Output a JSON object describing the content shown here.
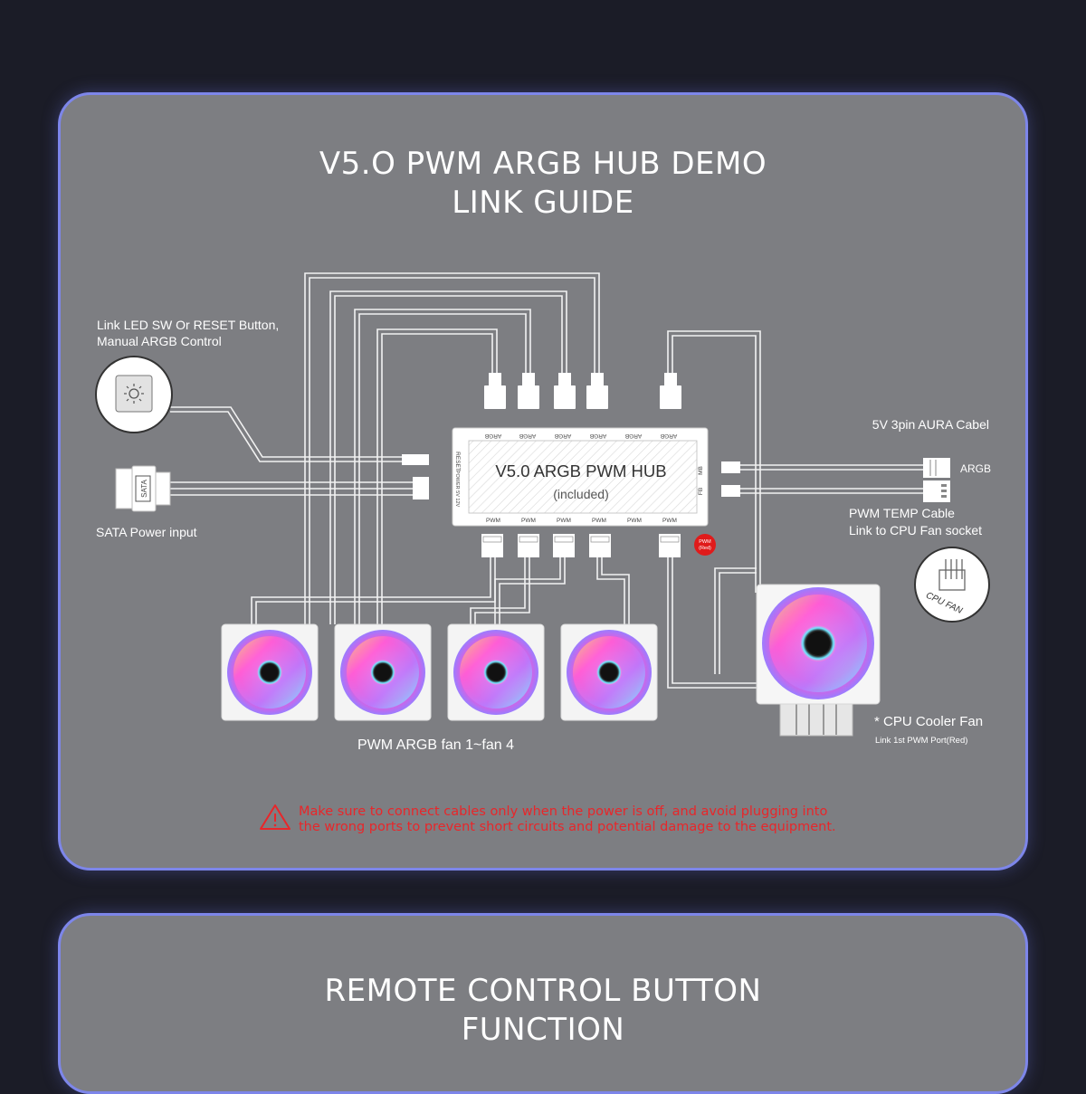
{
  "section1": {
    "title_line1": "V5.O PWM ARGB HUB DEMO",
    "title_line2": "LINK GUIDE"
  },
  "section2": {
    "title_line1": "REMOTE CONTROL BUTTON",
    "title_line2": "FUNCTION"
  },
  "hub": {
    "name": "V5.0 ARGB PWM HUB",
    "note": "(included)",
    "top_ports": [
      "ARGB",
      "ARGB",
      "ARGB",
      "ARGB",
      "ARGB",
      "ARGB"
    ],
    "bottom_ports": [
      "PWM",
      "PWM",
      "PWM",
      "PWM",
      "PWM",
      "PWM"
    ],
    "left_ports": [
      "RESET",
      "POWER 5V 12V"
    ],
    "right_ports": [
      "MB",
      "FB"
    ],
    "pwm_badge_line1": "PWM",
    "pwm_badge_line2": "(Red)"
  },
  "labels": {
    "led_switch_line1": "Link LED SW Or RESET Button,",
    "led_switch_line2": "Manual ARGB Control",
    "sata": "SATA Power input",
    "sata_plug": "SATA",
    "aura": "5V 3pin AURA Cabel",
    "argb": "ARGB",
    "pwm_temp_line1": "PWM TEMP Cable",
    "pwm_temp_line2": "Link to CPU Fan socket",
    "cpu_fan_socket": "CPU FAN",
    "fans": "PWM ARGB fan 1~fan 4",
    "cpu_cooler": "* CPU Cooler Fan",
    "cpu_cooler_note": "Link 1st PWM Port(Red)"
  },
  "warning": {
    "line1": "Make sure to connect cables only when the power is off, and avoid plugging into",
    "line2": "the wrong ports to prevent short circuits and potential damage to the equipment."
  },
  "colors": {
    "page_bg": "#1b1c27",
    "panel_bg": "#7d7e82",
    "panel_border": "#7d86ea",
    "warning": "#e8262a",
    "pwm_badge": "#e01b1b"
  }
}
